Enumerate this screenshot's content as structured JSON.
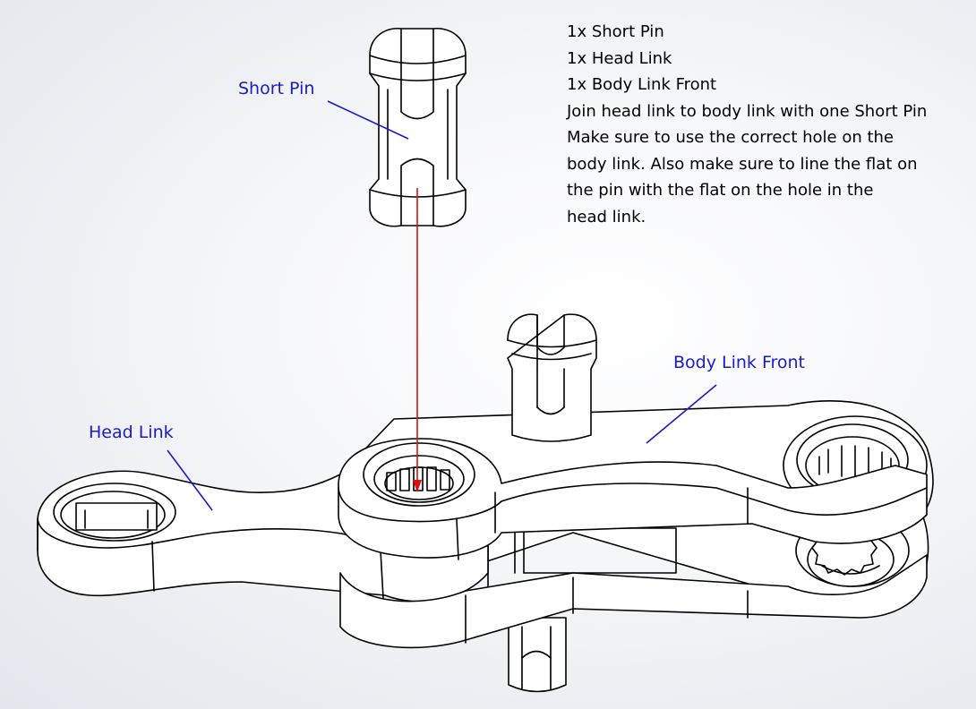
{
  "callouts": {
    "short_pin": "Short Pin",
    "head_link": "Head Link",
    "body_link_front": "Body Link Front"
  },
  "instructions": {
    "line1": "1x Short Pin",
    "line2": "1x Head Link",
    "line3": "1x Body Link Front",
    "line4": "Join head link to body link with one Short Pin",
    "line5": "Make sure to use the correct hole on the",
    "line6": "body link. Also make sure to line the flat on",
    "line7": "the pin with the flat on the hole in the",
    "line8": "head link."
  },
  "colors": {
    "callout_text": "#1a1acc",
    "leader_line": "#1a1acc",
    "assembly_arrow": "#e01010",
    "outline": "#000000",
    "part_fill": "#ffffff"
  },
  "icons": {
    "assembly_arrow": "red-down-arrow"
  }
}
